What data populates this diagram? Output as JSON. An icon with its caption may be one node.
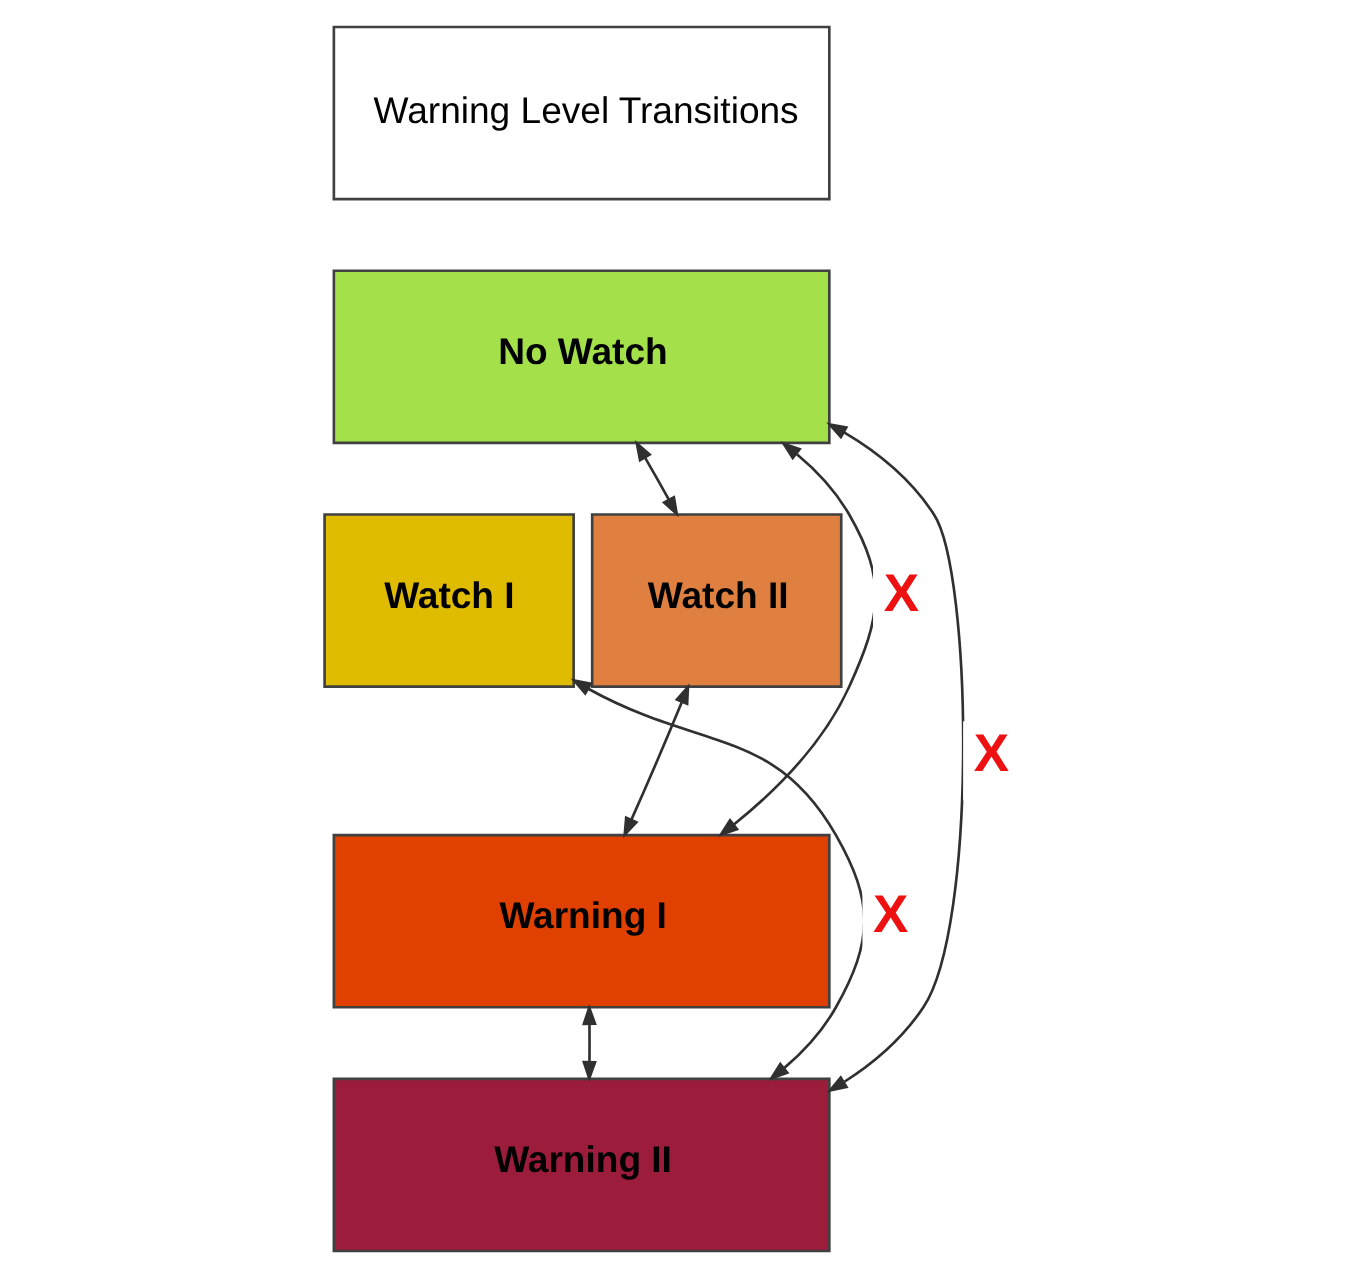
{
  "diagram": {
    "nodes": [
      {
        "text": [
          "Warning Level Transitions"
        ]
      },
      {
        "text": [
          "No Watch"
        ]
      },
      {
        "text": [
          "Watch I"
        ]
      },
      {
        "text": [
          "Watch II"
        ]
      },
      {
        "text": [
          "Warning I"
        ]
      },
      {
        "text": [
          "Warning II"
        ]
      }
    ],
    "edges": [
      {
        "from": 1,
        "to": 5,
        "arrow": "both",
        "label": "X"
      },
      {
        "from": 1,
        "to": 4,
        "arrow": "both",
        "label": "X"
      },
      {
        "from": 2,
        "to": 5,
        "arrow": "both",
        "label": "X"
      },
      {
        "from": 1,
        "to": 3,
        "arrow": "both"
      },
      {
        "from": 3,
        "to": 4,
        "arrow": "both"
      },
      {
        "from": 4,
        "to": 5,
        "arrow": "both"
      }
    ]
  }
}
